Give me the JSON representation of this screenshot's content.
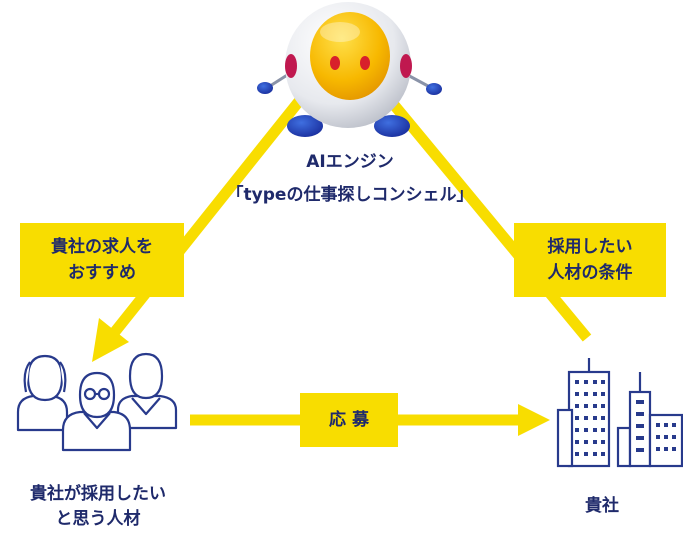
{
  "colors": {
    "arrow_yellow": "#f8dd00",
    "navy": "#1f2a6b",
    "outline_blue": "#283a8c",
    "robot_gold": "#f3b300"
  },
  "engine": {
    "icon": "robot-icon",
    "name_line1": "AIエンジン",
    "name_line2": "「typeの仕事探しコンシェル」"
  },
  "edges": {
    "recommend_line1": "貴社の求人を",
    "recommend_line2": "おすすめ",
    "conditions_line1": "採用したい",
    "conditions_line2": "人材の条件",
    "apply": "応 募"
  },
  "candidates": {
    "icon": "people-icon",
    "line1": "貴社が採用したい",
    "line2": "と思う人材"
  },
  "company": {
    "icon": "buildings-icon",
    "label": "貴社"
  }
}
